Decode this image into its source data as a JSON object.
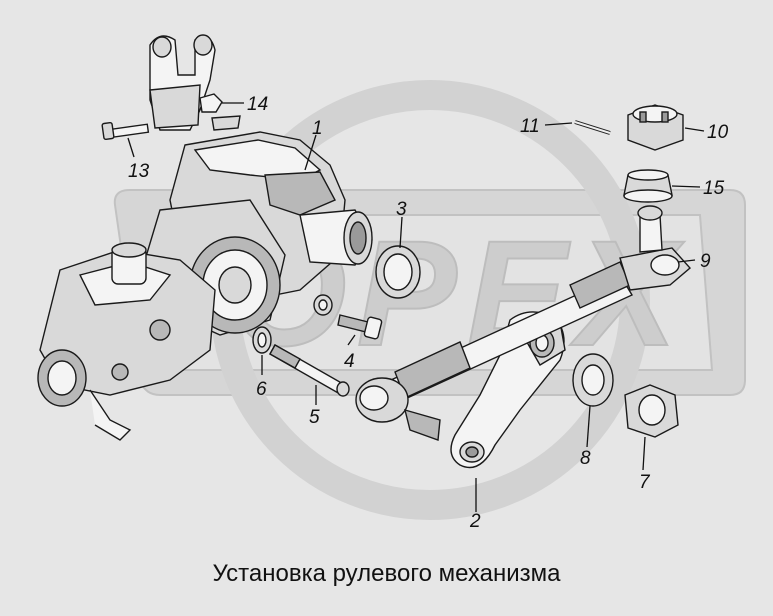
{
  "caption": "Установка рулевого механизма",
  "watermark": "OPEX",
  "callouts": {
    "c1": "1",
    "c2": "2",
    "c3": "3",
    "c4": "4",
    "c5": "5",
    "c6": "6",
    "c7": "7",
    "c8": "8",
    "c9": "9",
    "c10": "10",
    "c11": "11",
    "c13": "13",
    "c14": "14",
    "c15": "15"
  },
  "colors": {
    "background": "#e6e6e6",
    "watermark": "#cfcfcf",
    "ink": "#111111"
  }
}
